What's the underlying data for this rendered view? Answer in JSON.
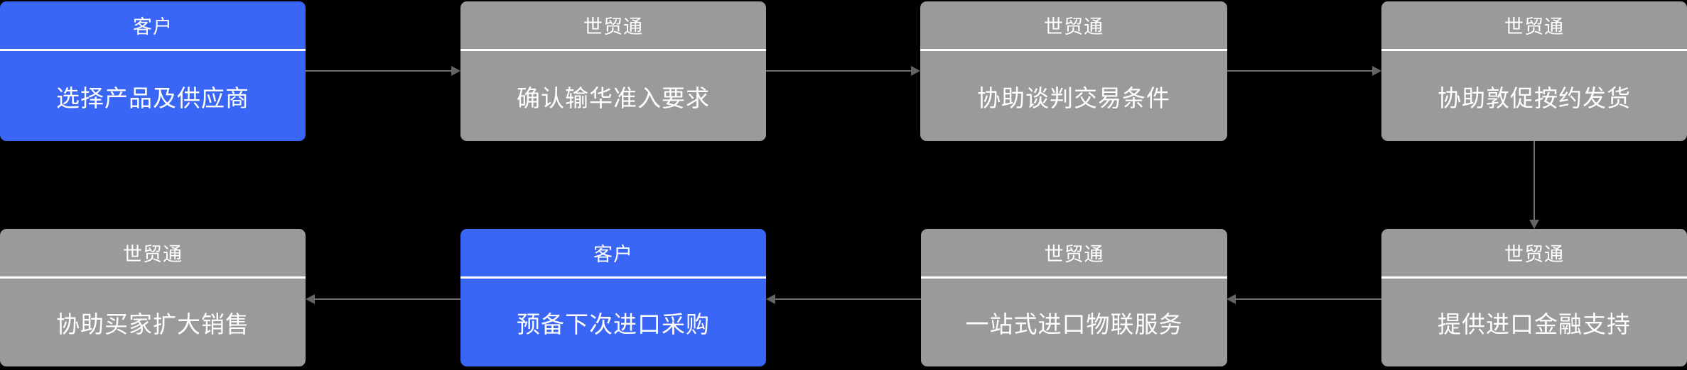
{
  "diagram": {
    "title": "import-service-flow",
    "colors": {
      "customer_box": "#3a66f6",
      "service_box": "#9a9a9a",
      "arrow": "#6e6e6e",
      "divider": "#ffffff",
      "text": "#ffffff",
      "background": "#000000"
    },
    "nodes": [
      {
        "step": 1,
        "role": "customer",
        "actor": "客户",
        "label": "选择产品及供应商"
      },
      {
        "step": 2,
        "role": "service",
        "actor": "世贸通",
        "label": "确认输华准入要求"
      },
      {
        "step": 3,
        "role": "service",
        "actor": "世贸通",
        "label": "协助谈判交易条件"
      },
      {
        "step": 4,
        "role": "service",
        "actor": "世贸通",
        "label": "协助敦促按约发货"
      },
      {
        "step": 5,
        "role": "service",
        "actor": "世贸通",
        "label": "提供进口金融支持"
      },
      {
        "step": 6,
        "role": "service",
        "actor": "世贸通",
        "label": "一站式进口物联服务"
      },
      {
        "step": 7,
        "role": "customer",
        "actor": "客户",
        "label": "预备下次进口采购"
      },
      {
        "step": 8,
        "role": "service",
        "actor": "世贸通",
        "label": "协助买家扩大销售"
      }
    ],
    "edges": [
      {
        "from": 1,
        "to": 2,
        "direction": "right"
      },
      {
        "from": 2,
        "to": 3,
        "direction": "right"
      },
      {
        "from": 3,
        "to": 4,
        "direction": "right"
      },
      {
        "from": 4,
        "to": 5,
        "direction": "down"
      },
      {
        "from": 5,
        "to": 6,
        "direction": "left"
      },
      {
        "from": 6,
        "to": 7,
        "direction": "left"
      },
      {
        "from": 7,
        "to": 8,
        "direction": "left"
      }
    ]
  }
}
